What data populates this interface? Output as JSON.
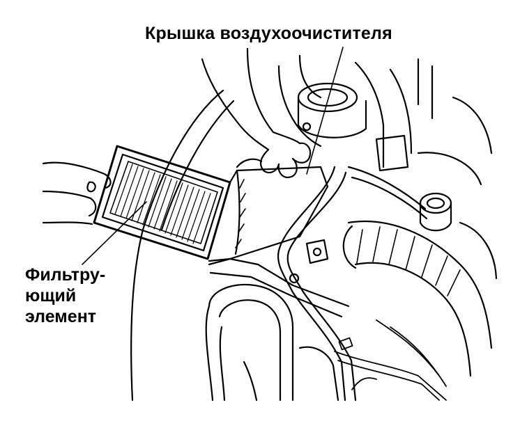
{
  "labels": {
    "cover": "Крышка воздухоочистителя",
    "filter_line1": "Фильтру-",
    "filter_line2": "ющий",
    "filter_line3": "элемент"
  },
  "colors": {
    "ink": "#000000",
    "paper": "#ffffff"
  }
}
